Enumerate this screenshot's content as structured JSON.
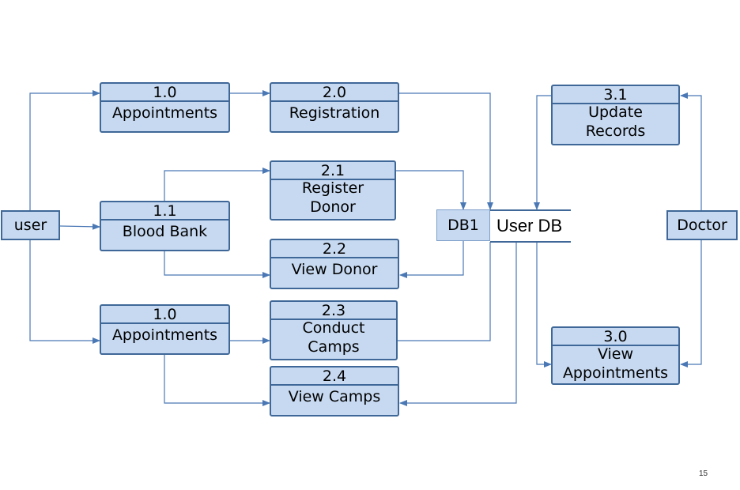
{
  "diagram": {
    "processes": {
      "appointments_top": {
        "id": "1.0",
        "label": "Appointments"
      },
      "registration": {
        "id": "2.0",
        "label": "Registration"
      },
      "blood_bank": {
        "id": "1.1",
        "label": "Blood Bank"
      },
      "register_donor": {
        "id": "2.1",
        "label_line1": "Register",
        "label_line2": "Donor"
      },
      "view_donor": {
        "id": "2.2",
        "label": "View Donor"
      },
      "appointments_bottom": {
        "id": "1.0",
        "label": "Appointments"
      },
      "conduct_camps": {
        "id": "2.3",
        "label_line1": "Conduct",
        "label_line2": "Camps"
      },
      "view_camps": {
        "id": "2.4",
        "label": "View Camps"
      },
      "update_records": {
        "id": "3.1",
        "label_line1": "Update",
        "label_line2": "Records"
      },
      "view_appointments": {
        "id": "3.0",
        "label_line1": "View",
        "label_line2": "Appointments"
      }
    },
    "terminators": {
      "user": "user",
      "doctor": "Doctor"
    },
    "data_store": {
      "id": "DB1",
      "name": "User DB"
    },
    "page_number": "15",
    "colors": {
      "box_fill": "#c6d9f1",
      "box_border": "#3f6898",
      "arrow": "#4a78b4"
    }
  }
}
